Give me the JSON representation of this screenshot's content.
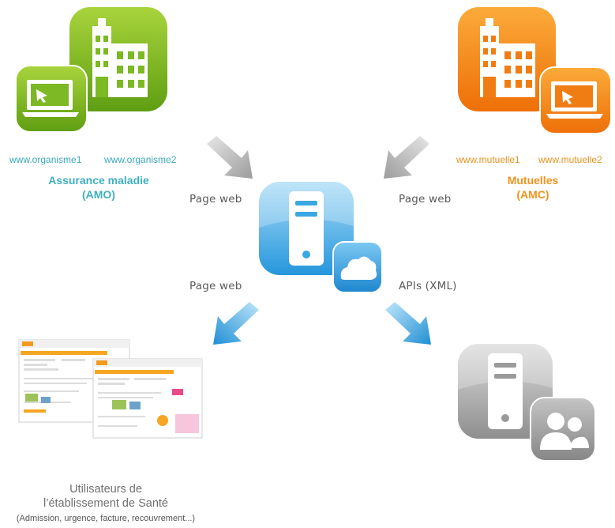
{
  "amo": {
    "sites": [
      "www.organisme1",
      "www.organisme2"
    ],
    "title_line1": "Assurance maladie",
    "title_line2": "(AMO)",
    "color": "#7cb924"
  },
  "amc": {
    "sites": [
      "www.mutuelle1",
      "www.mutuelle2"
    ],
    "title_line1": "Mutuelles",
    "title_line2": "(AMC)",
    "color": "#f07d14"
  },
  "flows": {
    "amo_to_hub": "Page web",
    "amc_to_hub": "Page web",
    "hub_to_users": "Page web",
    "hub_to_api": "APIs (XML)"
  },
  "users": {
    "title_line1": "Utilisateurs de",
    "title_line2": "l’établissement de Santé",
    "subtitle": "(Admission, urgence, facture, recouvrement...)"
  },
  "colors": {
    "hub": "#3aa7e0",
    "api_client": "#9a9a9a",
    "arrow_grey": "#b8b8b8",
    "arrow_blue": "#2f9bd8"
  }
}
